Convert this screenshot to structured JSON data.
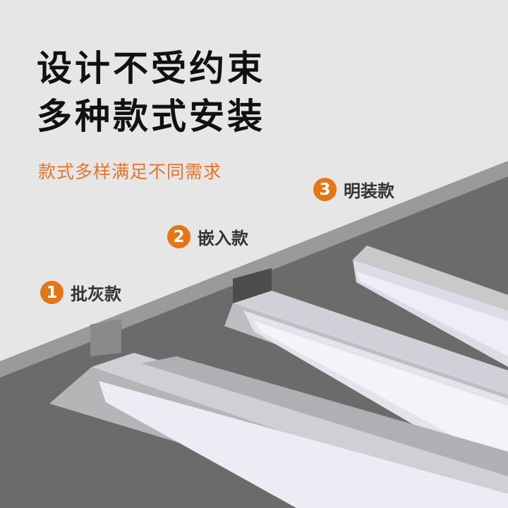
{
  "headline": [
    "设计不受约束",
    "多种款式安装"
  ],
  "subtitle": "款式多样满足不同需求",
  "styles": [
    {
      "number": "1",
      "label": "批灰款"
    },
    {
      "number": "2",
      "label": "嵌入款"
    },
    {
      "number": "3",
      "label": "明装款"
    }
  ],
  "colors": {
    "accent": "#e47616",
    "subtitle": "#e8732a",
    "ceiling": "#6b6b6b",
    "background": "#e6e6e6"
  }
}
